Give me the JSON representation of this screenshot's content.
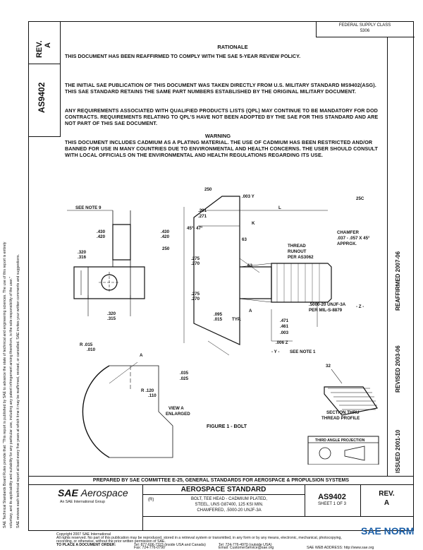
{
  "header": {
    "fsc_line1": "FEDERAL SUPPLY CLASS",
    "fsc_line2": "5306",
    "rev_label": "REV.",
    "rev_value": "A",
    "doc_number": "AS9402"
  },
  "rationale": {
    "title": "RATIONALE",
    "text": "THIS DOCUMENT HAS BEEN REAFFIRMED TO COMPLY WITH THE SAE 5-YEAR REVIEW POLICY."
  },
  "paragraphs": [
    "THE INITIAL SAE PUBLICATION OF THIS DOCUMENT WAS TAKEN DIRECTLY FROM U.S. MILITARY STANDARD MS9402(ASG). THIS SAE STANDARD RETAINS THE SAME PART NUMBERS ESTABLISHED BY THE ORIGINAL MILITARY DOCUMENT.",
    "ANY REQUIREMENTS ASSOCIATED WITH QUALIFIED PRODUCTS LISTS (QPL) MAY CONTINUE TO BE MANDATORY FOR DOD CONTRACTS. REQUIREMENTS RELATING TO QPL'S HAVE NOT BEEN ADOPTED BY THE SAE FOR THIS STANDARD AND ARE NOT PART OF THIS SAE DOCUMENT."
  ],
  "warning": {
    "title": "WARNING",
    "text": "THIS DOCUMENT INCLUDES CADMIUM AS A PLATING MATERIAL. THE USE OF CADMIUM HAS BEEN RESTRICTED AND/OR BANNED FOR USE IN MANY COUNTRIES DUE TO ENVIRONMENTAL AND HEALTH CONCERNS. THE USER SHOULD CONSULT WITH LOCAL OFFICIALS ON THE ENVIRONMENTAL AND HEALTH REGULATIONS REGARDING ITS USE."
  },
  "side_left": {
    "line1": "SAE Technical Standards Board Rules provide that: \"This report is published by SAE to advance the state of technical and engineering sciences. The use of this report is entirely",
    "line2": "voluntary, and its applicability and suitability for any particular use, including any patent infringement arising therefrom, is the sole responsibility of the user.\"",
    "line3": "SAE reviews each technical report at least every five years at which time it may be reaffirmed, revised, or cancelled. SAE invites your written comments and suggestions."
  },
  "side_right": {
    "reaffirmed": "REAFFIRMED 2007-06",
    "revised": "REVISED 2003-06",
    "issued": "ISSUED 2001-10"
  },
  "drawing": {
    "see_note_9": "SEE NOTE 9",
    "dim_430_420_left": [
      ".430",
      ".420"
    ],
    "dim_430_420_right": [
      ".430",
      ".420"
    ],
    "dim_320_316": [
      ".320",
      ".316"
    ],
    "dim_320_315": [
      ".320",
      ".315"
    ],
    "dim_250_a": "250",
    "dim_250_b": "250",
    "dim_291_271": [
      ".291",
      ".271"
    ],
    "tol_003_y": ".003 Y",
    "l_label": "L",
    "k_label": "K",
    "angle_45_47": "45°- 47°",
    "dim_63_a": "63",
    "dim_63_b": "63",
    "dim_275_270_a": [
      ".275",
      ".270"
    ],
    "dim_275_270_b": [
      ".275",
      ".270"
    ],
    "dim_095_015": [
      ".095",
      ".015"
    ],
    "typ": "TYP.",
    "dim_25c": "25C",
    "chamfer": [
      "CHAMFER",
      ".037 - .057 X 45°",
      "APPROX."
    ],
    "thread_runout": [
      "THREAD",
      "RUNOUT",
      "PER AS3062"
    ],
    "thread_spec": [
      ".5000-20 UNJF-3A",
      "PER MIL-S-8879"
    ],
    "datum_z": "- Z -",
    "dim_471_461": [
      ".471",
      ".461"
    ],
    "tol_003": ".003",
    "tol_006_z": ".006 Z",
    "datum_y": "- Y -",
    "see_note_1": "SEE NOTE 1",
    "view_a_a": "A",
    "view_a_b": "A",
    "r_015_010": [
      "R .015",
      ".010"
    ],
    "dim_035_025": [
      ".035",
      ".025"
    ],
    "r_120_110": [
      "R .120",
      ".110"
    ],
    "view_a_enlarged": [
      "VIEW A",
      "ENLARGED"
    ],
    "dim_32": "32",
    "section_thru": [
      "SECTION THRU",
      "THREAD PROFILE"
    ],
    "figure_title": "FIGURE 1 - BOLT",
    "third_angle": "THIRD ANGLE PROJECTION"
  },
  "footer": {
    "prepared_by": "PREPARED BY SAE COMMITTEE E-25, GENERAL STANDARDS FOR AEROSPACE & PROPULSION SYSTEMS",
    "logo_sae": "SAE",
    "logo_aerospace": "Aerospace",
    "logo_sub": "An SAE International Group",
    "standard_title": "AEROSPACE STANDARD",
    "r_mark": "(R)",
    "desc_line1": "BOLT, TEE HEAD - CADMIUM PLATED,",
    "desc_line2": "STEEL, UNS G87400, 125 KSI MIN.",
    "desc_line3": "CHAMFERED, .5000-20 UNJF-3A",
    "doc_number": "AS9402",
    "sheet": "SHEET 1 OF 3",
    "rev_label": "REV.",
    "rev_value": "A",
    "copyright1": "Copyright 2007 SAE International",
    "copyright2": "All rights reserved. No part of this publication may be reproduced, stored in a retrieval system or transmitted, in any form or by any means, electronic, mechanical, photocopying,",
    "copyright3": "recording, or otherwise, without the prior written permission of SAE.",
    "order_label": "TO PLACE A DOCUMENT ORDER:",
    "tel1": "Tel: 877-606-7323 (inside USA and Canada)",
    "tel2": "Tel: 724-776-4970 (outside USA)",
    "fax": "Fax: 724-776-0790",
    "email": "Email: CustomerService@sae.org",
    "web": "SAE WEB ADDRESS: http://www.sae.org",
    "watermark": "SAE NORM"
  }
}
